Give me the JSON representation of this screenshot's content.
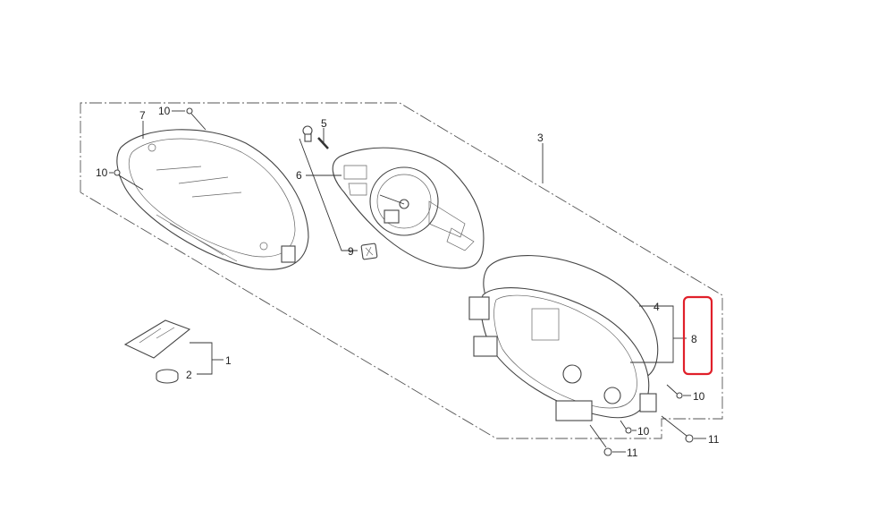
{
  "diagram": {
    "callouts": {
      "c1": "1",
      "c2": "2",
      "c3": "3",
      "c4": "4",
      "c5": "5",
      "c6": "6",
      "c7": "7",
      "c8": "8",
      "c9": "9",
      "c10a": "10",
      "c10b": "10",
      "c10c": "10",
      "c10d": "10",
      "c11a": "11",
      "c11b": "11"
    },
    "highlight_color": "#e0202a",
    "highlighted_callout": "8"
  }
}
